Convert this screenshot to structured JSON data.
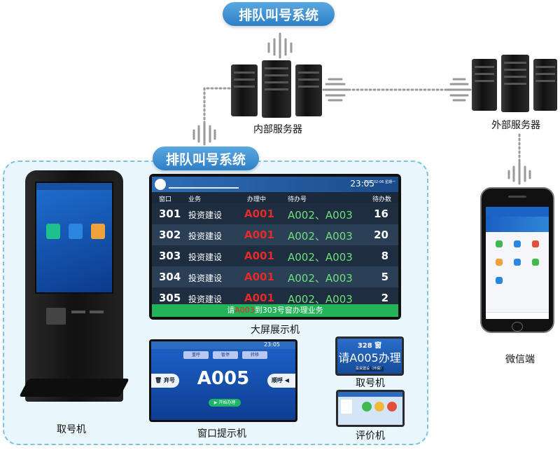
{
  "titles": {
    "top": "排队叫号系统",
    "middle": "排队叫号系统"
  },
  "captions": {
    "internal_server": "内部服务器",
    "external_server": "外部服务器",
    "wechat": "微信端",
    "kiosk": "取号机",
    "big_screen": "大屏展示机",
    "window_prompt": "窗口提示机",
    "small_take": "取号机",
    "evaluation": "评价机"
  },
  "big_screen": {
    "time": "23:05",
    "date": "2017-02-06 星期一",
    "columns": [
      "窗口",
      "业务",
      "办理中",
      "待办号",
      "待办数"
    ],
    "rows": [
      {
        "window": "301",
        "business": "投资建设",
        "current": "A001",
        "waiting": "A002、A003",
        "count": "16"
      },
      {
        "window": "302",
        "business": "投资建设",
        "current": "A001",
        "waiting": "A002、A003",
        "count": "20"
      },
      {
        "window": "303",
        "business": "投资建设",
        "current": "A001",
        "waiting": "A002、A003",
        "count": "8"
      },
      {
        "window": "304",
        "business": "投资建设",
        "current": "A001",
        "waiting": "A002、A003",
        "count": "5"
      },
      {
        "window": "305",
        "business": "投资建设",
        "current": "A001",
        "waiting": "A002、A003",
        "count": "2"
      }
    ],
    "footer_pre": "请",
    "footer_num": "A003",
    "footer_post": "到303号窗办理业务"
  },
  "window_prompt": {
    "time": "23:05",
    "btn_recall": "重呼",
    "btn_pause": "暂停",
    "btn_transfer": "转移",
    "number": "A005",
    "left": "弃号",
    "right": "顺呼",
    "start": "开始办理"
  },
  "small_take": {
    "window": "328 窗",
    "message": "请A005办理",
    "tag": "投资建设（环保）"
  },
  "colors": {
    "accent": "#2e7fc6",
    "panel_bg": "#e9f6fc",
    "panel_border": "#7cc3e6",
    "current_red": "#e52a2a",
    "waiting_green": "#6ee07a",
    "footer_green": "#25b359"
  },
  "icons": {
    "kiosk_icons": [
      "ticket-icon",
      "document-icon",
      "calendar-icon"
    ],
    "face_icons": [
      "satisfied-face-icon",
      "neutral-face-icon",
      "unsatisfied-face-icon"
    ]
  }
}
